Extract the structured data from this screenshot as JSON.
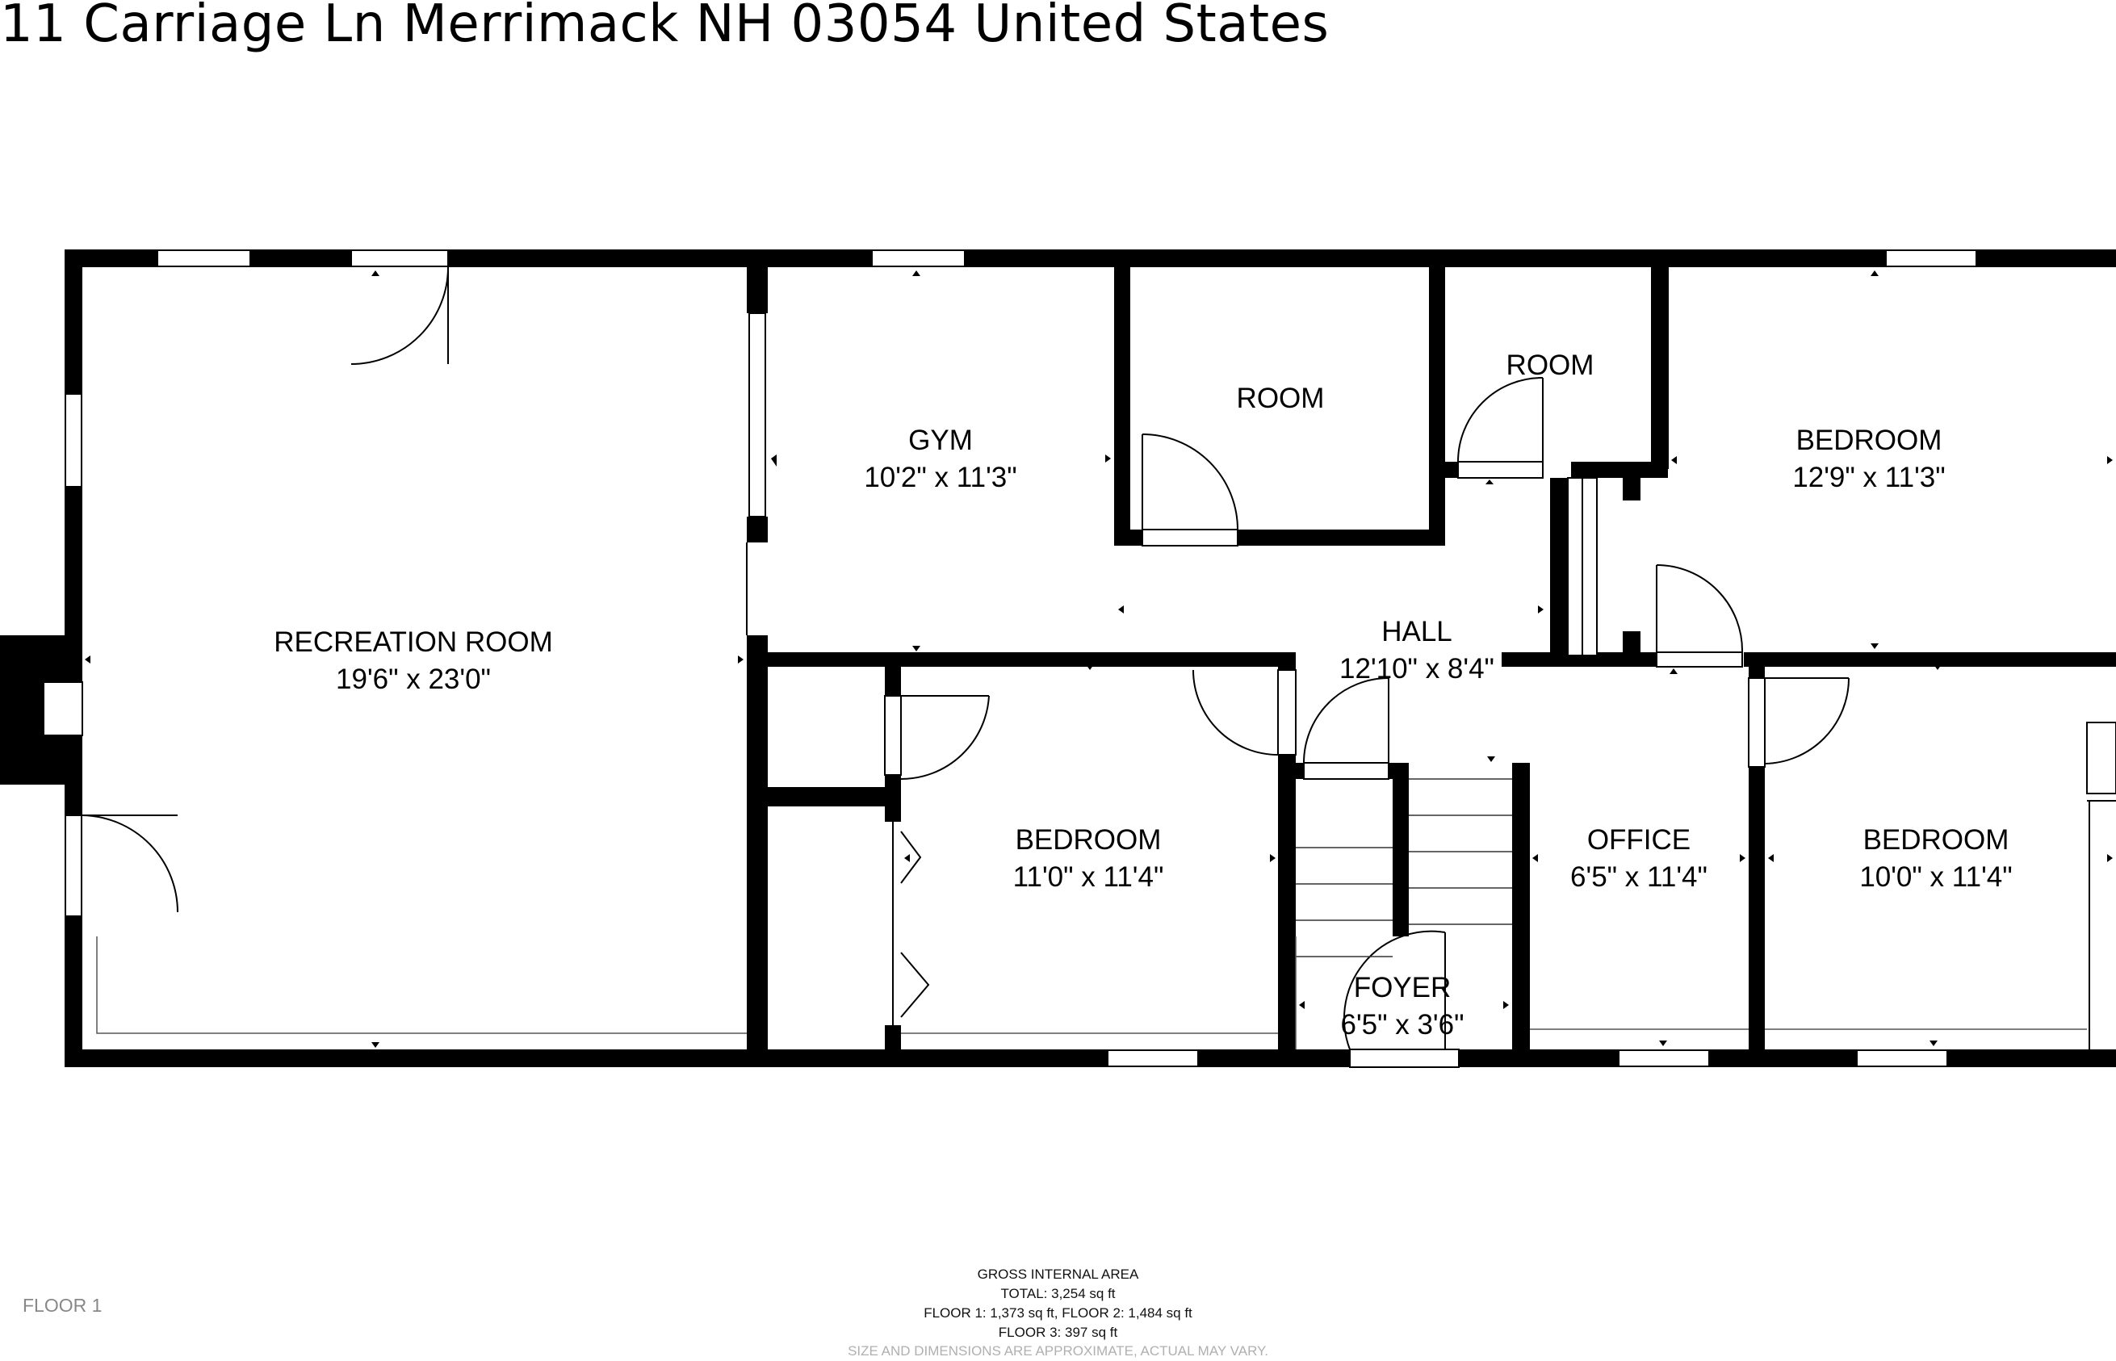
{
  "address": "11 Carriage Ln Merrimack NH 03054 United States",
  "floor_label": "FLOOR 1",
  "rooms": {
    "recreation": {
      "name": "RECREATION ROOM",
      "size": "19'6\" x 23'0\""
    },
    "gym": {
      "name": "GYM",
      "size": "10'2\" x 11'3\""
    },
    "room_a": {
      "name": "ROOM"
    },
    "room_b": {
      "name": "ROOM"
    },
    "bedroom_ne": {
      "name": "BEDROOM",
      "size": "12'9\" x 11'3\""
    },
    "hall": {
      "name": "HALL",
      "size": "12'10\" x 8'4\""
    },
    "bedroom_mid": {
      "name": "BEDROOM",
      "size": "11'0\" x 11'4\""
    },
    "office": {
      "name": "OFFICE",
      "size": "6'5\" x 11'4\""
    },
    "bedroom_se": {
      "name": "BEDROOM",
      "size": "10'0\" x 11'4\""
    },
    "foyer": {
      "name": "FOYER",
      "size": "6'5\" x 3'6\""
    }
  },
  "area": {
    "heading": "GROSS INTERNAL AREA",
    "total": "TOTAL: 3,254 sq ft",
    "floors_1_2": "FLOOR 1: 1,373 sq ft, FLOOR 2: 1,484 sq ft",
    "floor_3": "FLOOR 3: 397 sq ft",
    "disclaimer": "SIZE AND DIMENSIONS ARE APPROXIMATE, ACTUAL MAY VARY."
  },
  "colors": {
    "wall": "#000000",
    "background": "#ffffff",
    "thin_line": "#555555"
  }
}
